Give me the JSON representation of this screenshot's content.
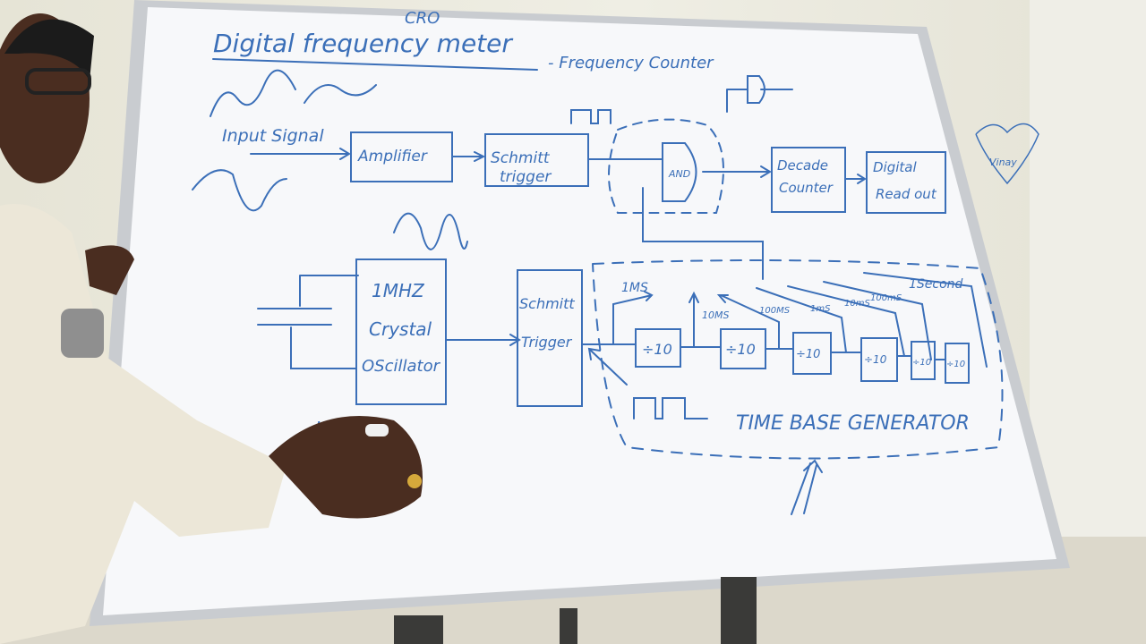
{
  "board": {
    "title": "Digital frequency meter",
    "title_suffix": "- Frequency Counter",
    "title_top_note": "CRO",
    "input_label": "Input Signal",
    "blocks": {
      "amplifier": "Amplifier",
      "schmitt_top_line1": "Schmitt",
      "schmitt_top_line2": "trigger",
      "and_gate": "AND",
      "decade_line1": "Decade",
      "decade_line2": "Counter",
      "readout_line1": "Digital",
      "readout_line2": "Read out",
      "crystal_line1": "1MHZ",
      "crystal_line2": "Crystal",
      "crystal_line3": "OScillator",
      "schmitt_bottom_line1": "Schmitt",
      "schmitt_bottom_line2": "Trigger"
    },
    "dividers": [
      "÷10",
      "÷10",
      "÷10",
      "÷10",
      "÷10",
      "÷10"
    ],
    "tap_labels": [
      "1MS",
      "10MS",
      "100MS",
      "1mS",
      "10mS",
      "100mS",
      "1Second"
    ],
    "time_base_label": "TIME BASE GENERATOR",
    "side_note": "Vinay",
    "partial_writing": "IM"
  },
  "colors": {
    "ink": "#3b6fb8",
    "board": "#f7f8fa",
    "frame": "#c9ccd0"
  }
}
